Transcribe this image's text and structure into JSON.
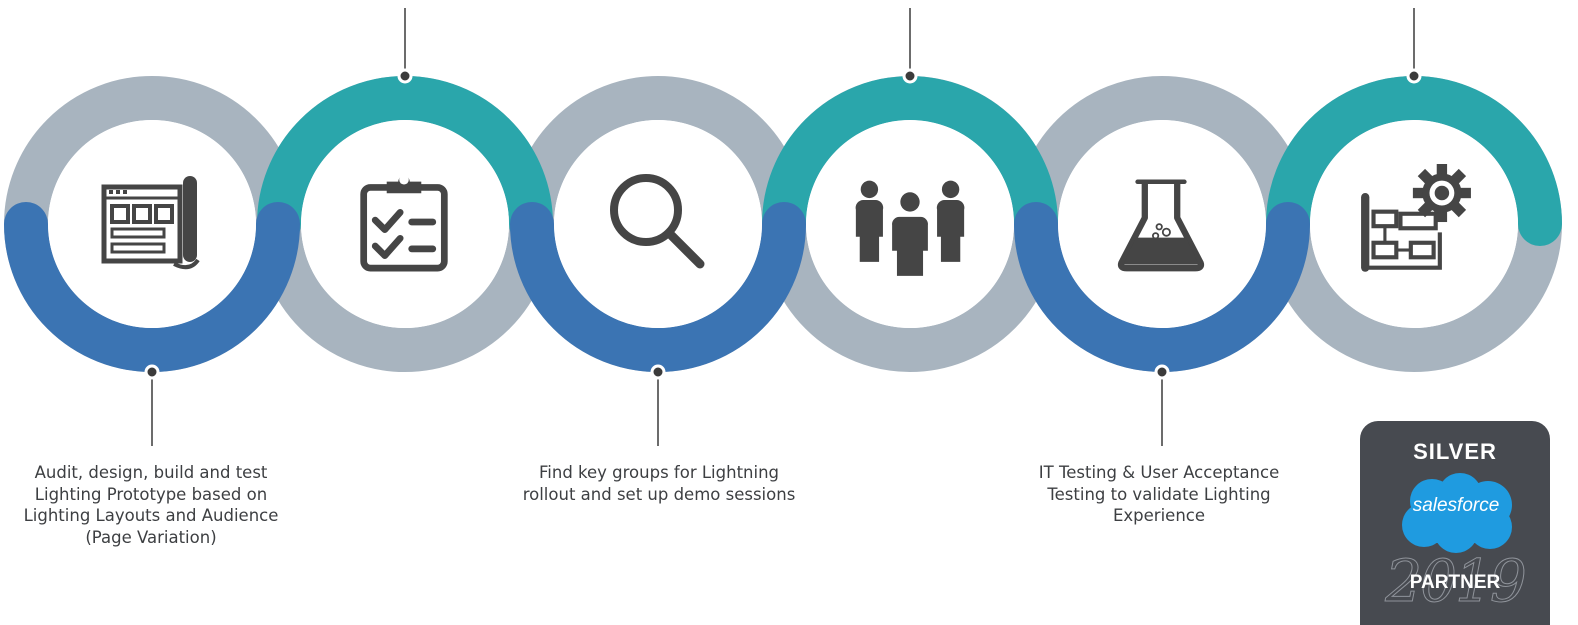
{
  "steps": [
    {
      "icon": "blueprint-icon",
      "caption": "Audit, design, build and test Lighting Prototype based on Lighting Layouts and Audience (Page Variation)"
    },
    {
      "icon": "clipboard-checklist-icon",
      "caption": ""
    },
    {
      "icon": "magnifier-icon",
      "caption": "Find key groups for Lightning rollout and set up demo sessions"
    },
    {
      "icon": "team-people-icon",
      "caption": ""
    },
    {
      "icon": "lab-flask-icon",
      "caption": "IT Testing & User Acceptance Testing to validate Lighting Experience"
    },
    {
      "icon": "gear-flowchart-icon",
      "caption": ""
    }
  ],
  "badge": {
    "level": "SILVER",
    "brand": "salesforce",
    "year": "2019",
    "tier": "PARTNER"
  },
  "colors": {
    "grey_ring": "#a8b4bf",
    "teal_ring": "#2aa6ab",
    "blue_ring": "#3b74b3",
    "icon": "#454545",
    "badge_bg": "#474a50",
    "cloud": "#1f9be0"
  }
}
